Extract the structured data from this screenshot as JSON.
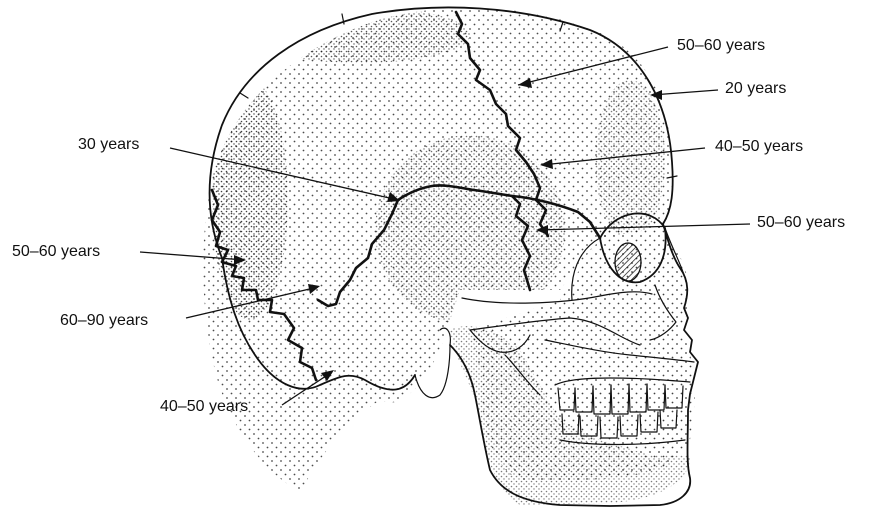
{
  "labels": {
    "sagittal_upper": "50–60 years",
    "vertex": "20 years",
    "coronal": "40–50 years",
    "squamous": "30 years",
    "sphenofrontal": "50–60 years",
    "lambdoid_upper": "50–60 years",
    "lambdoid_mid": "60–90 years",
    "lambdoid_lower": "40–50 years"
  },
  "colors": {
    "ink": "#111111",
    "background": "#ffffff"
  }
}
